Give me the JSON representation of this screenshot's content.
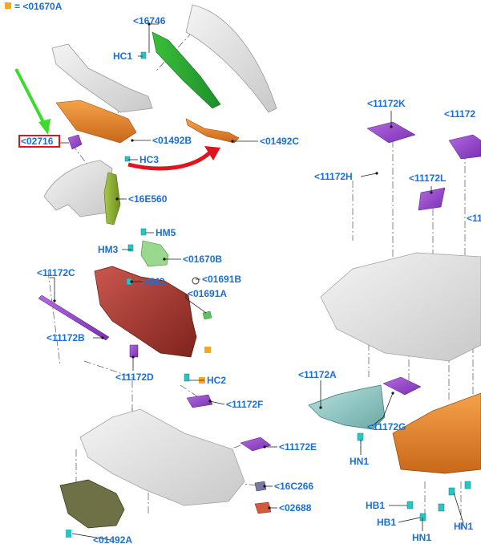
{
  "legend": {
    "symbol_color": "#f5a623",
    "text": "= <01670A"
  },
  "callouts": [
    {
      "id": "16746",
      "text": "<16746"
    },
    {
      "id": "HC1",
      "text": "HC1"
    },
    {
      "id": "02716",
      "text": "<02716",
      "highlighted": true
    },
    {
      "id": "01492B",
      "text": "<01492B"
    },
    {
      "id": "01492C",
      "text": "<01492C"
    },
    {
      "id": "HC3",
      "text": "HC3"
    },
    {
      "id": "16E560",
      "text": "<16E560"
    },
    {
      "id": "HM5",
      "text": "HM5"
    },
    {
      "id": "HM3",
      "text": "HM3"
    },
    {
      "id": "01670B",
      "text": "<01670B"
    },
    {
      "id": "11172C",
      "text": "<11172C"
    },
    {
      "id": "HM2",
      "text": "HM2"
    },
    {
      "id": "01691B",
      "text": "<01691B"
    },
    {
      "id": "01691A",
      "text": "<01691A"
    },
    {
      "id": "11172B",
      "text": "<11172B"
    },
    {
      "id": "11172D",
      "text": "<11172D"
    },
    {
      "id": "HC2",
      "text": "HC2"
    },
    {
      "id": "11172F",
      "text": "<11172F"
    },
    {
      "id": "11172E",
      "text": "<11172E"
    },
    {
      "id": "16C266",
      "text": "<16C266"
    },
    {
      "id": "02688",
      "text": "<02688"
    },
    {
      "id": "01492A",
      "text": "<01492A"
    },
    {
      "id": "11172K",
      "text": "<11172K"
    },
    {
      "id": "11172_cut",
      "text": "<11172"
    },
    {
      "id": "11172H",
      "text": "<11172H"
    },
    {
      "id": "11172L",
      "text": "<11172L"
    },
    {
      "id": "11_cut",
      "text": "<11"
    },
    {
      "id": "11172A",
      "text": "<11172A"
    },
    {
      "id": "11172G",
      "text": "<11172G"
    },
    {
      "id": "HN1_a",
      "text": "HN1"
    },
    {
      "id": "HB1_a",
      "text": "HB1"
    },
    {
      "id": "HB1_b",
      "text": "HB1"
    },
    {
      "id": "HN1_b",
      "text": "HN1"
    },
    {
      "id": "HN1_c",
      "text": "HN1"
    }
  ],
  "colors": {
    "label": "#1a6fd6",
    "highlight_box": "#e0141e",
    "green_arrow": "#3ddc2c",
    "red_arrow": "#e0141e",
    "clip_marker": "#f5a623",
    "fastener": "#2bc4c4"
  }
}
